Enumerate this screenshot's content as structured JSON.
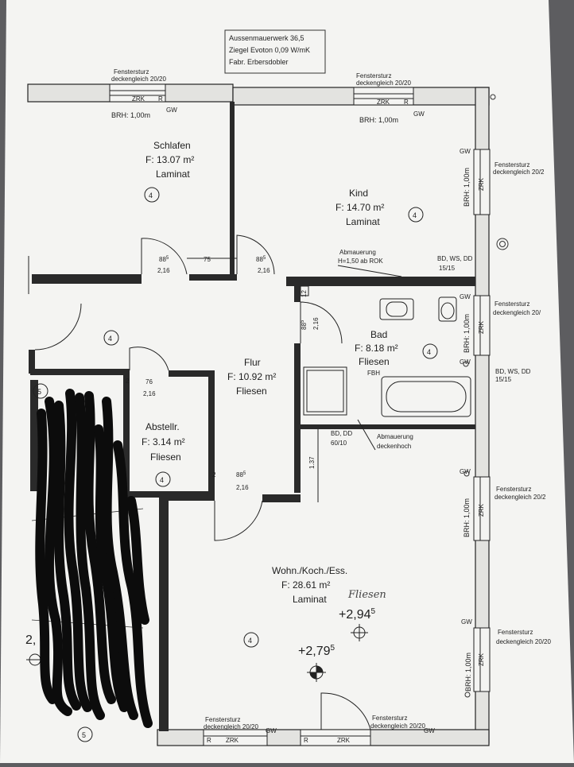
{
  "header_box": {
    "line1": "Aussenmauerwerk 36,5",
    "line2": "Ziegel Evoton 0,09 W/mK",
    "line3": "Fabr. Erbersdobler"
  },
  "rooms": {
    "schlafen": {
      "name": "Schlafen",
      "area": "F: 13.07 m²",
      "floor": "Laminat",
      "badge": "4"
    },
    "kind": {
      "name": "Kind",
      "area": "F: 14.70 m²",
      "floor": "Laminat",
      "badge": "4"
    },
    "bad": {
      "name": "Bad",
      "area": "F: 8.18 m²",
      "floor": "Fliesen",
      "heating": "FBH",
      "badge": "4"
    },
    "flur": {
      "name": "Flur",
      "area": "F: 10.92 m²",
      "floor": "Fliesen",
      "badge": "4"
    },
    "abstell": {
      "name": "Abstellr.",
      "area": "F: 3.14 m²",
      "floor": "Fliesen",
      "badge": "4"
    },
    "wohn": {
      "name": "Wohn./Koch./Ess.",
      "area": "F: 28.61 m²",
      "floor": "Laminat",
      "badge": "4",
      "handwritten": "Fliesen"
    },
    "left_badge_top": "5",
    "left_badge_bottom": "5"
  },
  "labels": {
    "fenstersturz_title": "Fenstersturz",
    "fenstersturz_value": "deckengleich 20/20",
    "fenstersturz_value_cut": "deckengleich 20/2",
    "fenstersturz_value_cut2": "deckengleich 20/",
    "zrk": "ZRK",
    "gw": "GW",
    "r": "R",
    "brh": "BRH: 1,00m",
    "abmauerung_top": "Abmauerung",
    "abmauerung_top_h": "H=1,50 ab ROK",
    "abmauerung_mid": "Abmauerung",
    "abmauerung_mid_h": "deckenhoch",
    "bd_ws_dd": "BD, WS, DD",
    "bd_ws_dd_size": "15/15",
    "bd_dd": "BD, DD",
    "bd_dd_size": "60/10",
    "elev_1": "+2,94",
    "elev_1_sup": "5",
    "elev_2": "+2,79",
    "elev_2_sup": "5",
    "elev_cut": "2,"
  },
  "dims": {
    "d885": "88",
    "d885_sup": "5",
    "d216": "2,16",
    "d75": "75",
    "d76": "76",
    "d137": "1.37",
    "d12": "12",
    "d2": "2"
  }
}
